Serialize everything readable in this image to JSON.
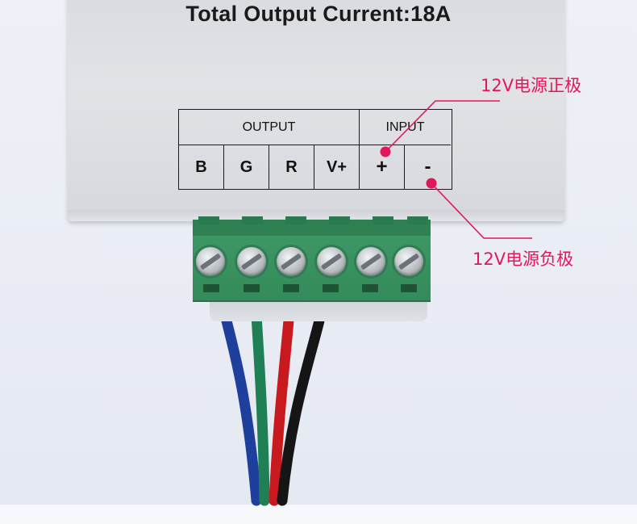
{
  "title": "Total Output Current:18A",
  "label": {
    "output_header": "OUTPUT",
    "input_header": "INPUT",
    "terminals": [
      "B",
      "G",
      "R",
      "V+",
      "+",
      "-"
    ]
  },
  "callouts": {
    "positive": "12V电源正极",
    "negative": "12V电源负极"
  },
  "colors": {
    "accent": "#e0185a",
    "terminal_block": "#3f9a67",
    "housing": "#dcdee2",
    "wire_blue": "#1f3f9c",
    "wire_green": "#1f7f55",
    "wire_red": "#c8191e",
    "wire_black": "#151515"
  }
}
